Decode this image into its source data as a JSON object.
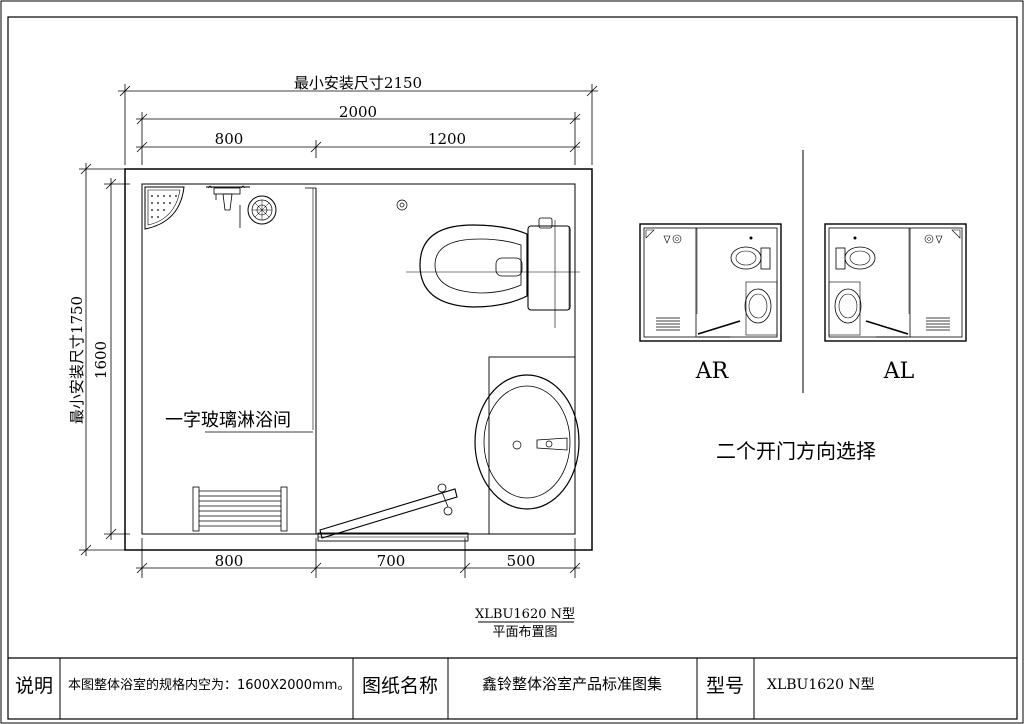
{
  "dimensions": {
    "overall_width": "最小安装尺寸2150",
    "inner_width": "2000",
    "top_left": "800",
    "top_right": "1200",
    "overall_height": "最小安装尺寸1750",
    "inner_height": "1600",
    "bottom_left": "800",
    "bottom_mid": "700",
    "bottom_right": "500"
  },
  "plan": {
    "shower_label": "一字玻璃淋浴间"
  },
  "variants": {
    "ar_label": "AR",
    "al_label": "AL",
    "caption": "二个开门方向选择"
  },
  "model": {
    "code": "XLBU1620 N型",
    "subtitle": "平面布置图"
  },
  "title_block": {
    "note_label": "说明",
    "note_text": "本图整体浴室的规格内空为：1600X2000mm。",
    "drawing_name_label": "图纸名称",
    "drawing_name": "鑫铃整体浴室产品标准图集",
    "model_label": "型号",
    "model_value": "XLBU1620 N型"
  }
}
